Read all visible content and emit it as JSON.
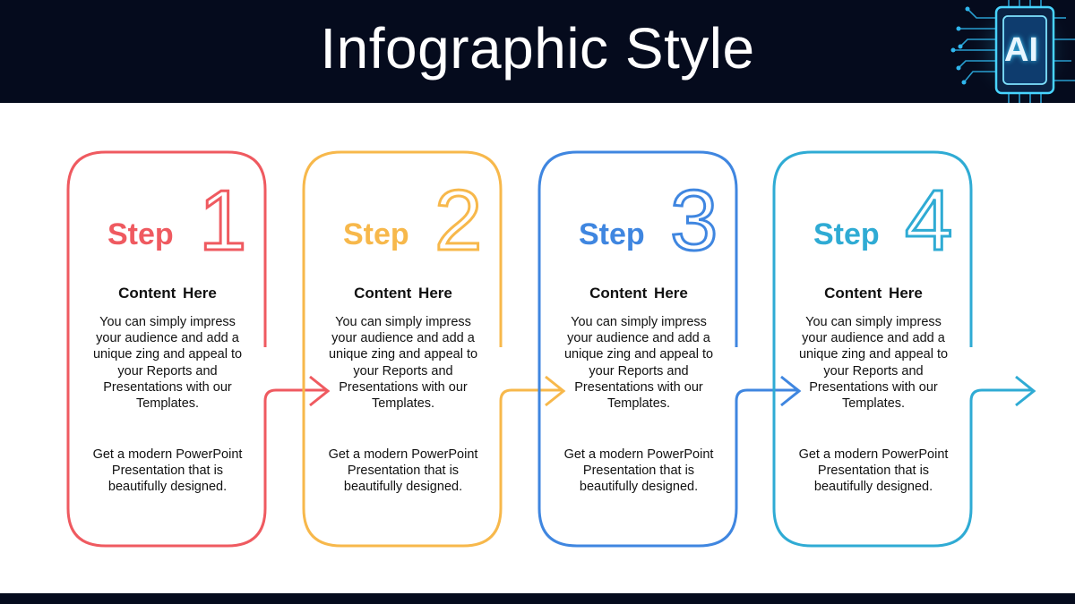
{
  "header": {
    "title": "Infographic Style",
    "badge": "AI"
  },
  "colors": {
    "header_bg": "#050b1d",
    "step1": "#ef5a60",
    "step2": "#f7b84b",
    "step3": "#3f86e0",
    "step4": "#2fabd4"
  },
  "steps": [
    {
      "word": "Step",
      "number": "1",
      "color": "#ef5a60",
      "heading": "Content  Here",
      "body": "You can simply impress your audience and add a unique zing and appeal to your Reports and Presentations with our Templates.",
      "body2": "Get a modern PowerPoint Presentation that is beautifully designed."
    },
    {
      "word": "Step",
      "number": "2",
      "color": "#f7b84b",
      "heading": "Content  Here",
      "body": "You can simply impress your audience and add a unique zing and appeal to your Reports and Presentations with our Templates.",
      "body2": "Get a modern PowerPoint Presentation that is beautifully designed."
    },
    {
      "word": "Step",
      "number": "3",
      "color": "#3f86e0",
      "heading": "Content  Here",
      "body": "You can simply impress your audience and add a unique zing and appeal to your Reports and Presentations with our Templates.",
      "body2": "Get a modern PowerPoint Presentation that is beautifully designed."
    },
    {
      "word": "Step",
      "number": "4",
      "color": "#2fabd4",
      "heading": "Content  Here",
      "body": "You can simply impress your audience and add a unique zing and appeal to your Reports and Presentations with our Templates.",
      "body2": "Get a modern PowerPoint Presentation that is beautifully designed."
    }
  ]
}
